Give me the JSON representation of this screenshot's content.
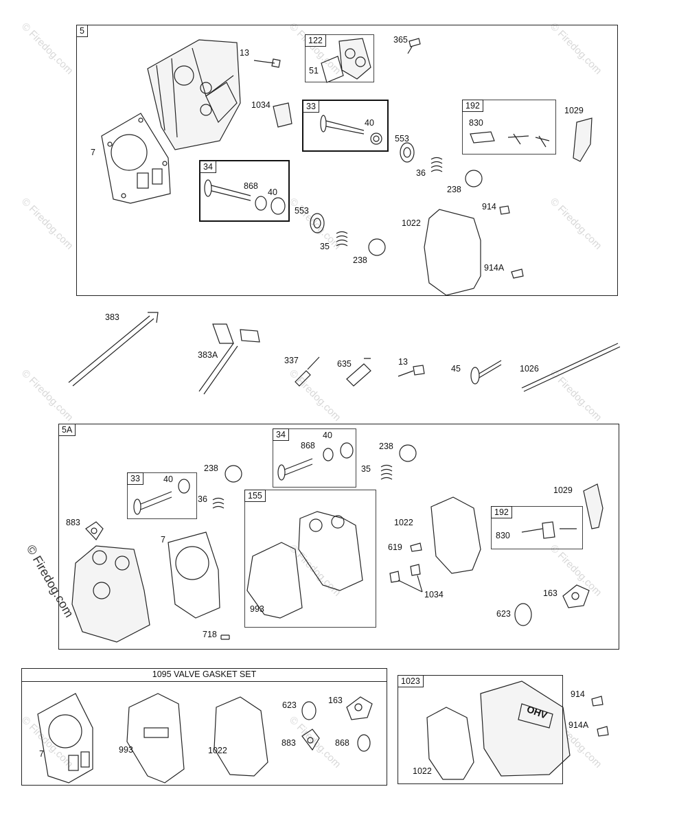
{
  "watermark": "© Firedog.com",
  "group_5": {
    "tag": "5",
    "labels": [
      "13",
      "122",
      "51",
      "365",
      "1034",
      "33",
      "40",
      "192",
      "830",
      "1029",
      "7",
      "553",
      "36",
      "238",
      "34",
      "868",
      "40",
      "553",
      "35",
      "238",
      "1022",
      "914",
      "914A"
    ]
  },
  "loose_parts": {
    "labels": [
      "383",
      "383A",
      "337",
      "635",
      "13",
      "45",
      "1026"
    ]
  },
  "group_5A": {
    "tag": "5A",
    "labels": [
      "34",
      "40",
      "868",
      "238",
      "35",
      "33",
      "40",
      "238",
      "36",
      "155",
      "1022",
      "192",
      "1029",
      "830",
      "883",
      "7",
      "619",
      "1034",
      "993",
      "163",
      "623",
      "718"
    ]
  },
  "gasket_set": {
    "title": "1095 VALVE GASKET SET",
    "labels": [
      "7",
      "993",
      "1022",
      "623",
      "163",
      "883",
      "868"
    ]
  },
  "cover_set": {
    "tag": "1023",
    "cover_text": "OHV",
    "labels": [
      "1022",
      "914",
      "914A"
    ]
  }
}
